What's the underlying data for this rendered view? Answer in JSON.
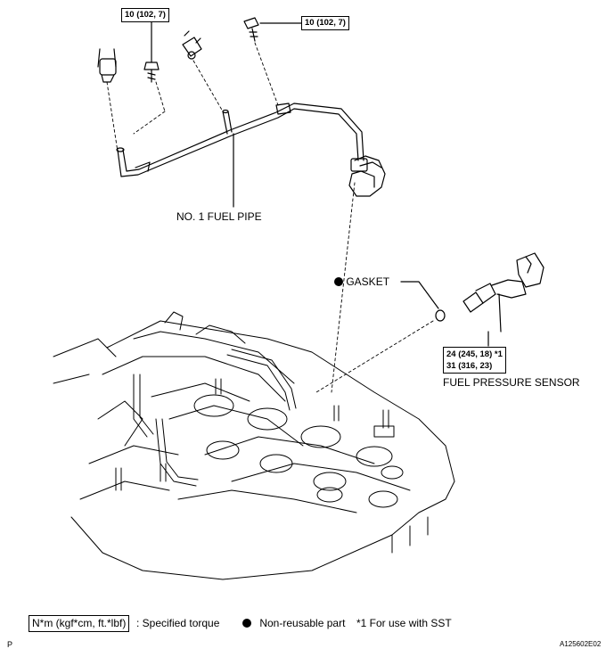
{
  "diagram": {
    "torque_top_left": "10 (102, 7)",
    "torque_top_right": "10 (102, 7)",
    "fuel_pipe_label": "NO. 1 FUEL PIPE",
    "gasket_label": "GASKET",
    "sensor_torque_line1": "24 (245, 18) *1",
    "sensor_torque_line2": "31 (316, 23)",
    "sensor_label": "FUEL PRESSURE SENSOR"
  },
  "legend": {
    "torque_unit": "N*m (kgf*cm, ft.*lbf)",
    "torque_desc": ": Specified torque",
    "nonreusable": "Non-reusable part",
    "note": "*1 For use with SST"
  },
  "footer": {
    "page_mark": "P",
    "figure_id": "A125602E02"
  }
}
